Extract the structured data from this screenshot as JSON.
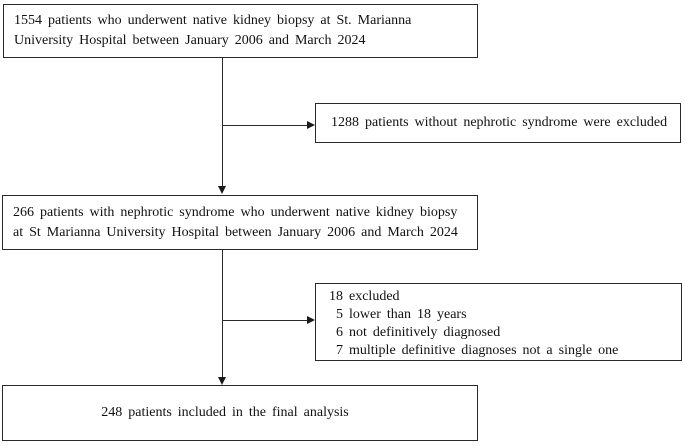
{
  "colors": {
    "background": "#ffffff",
    "box_border": "#2a2a2a",
    "text": "#111111",
    "connector": "#1a1a1a"
  },
  "boxes": {
    "total": {
      "line1": "1554 patients who underwent native kidney biopsy at St. Marianna",
      "line2": "University Hospital between January 2006 and March 2024"
    },
    "excluded_non_nephrotic": {
      "text": "1288 patients without nephrotic syndrome were excluded"
    },
    "nephrotic": {
      "line1": "266 patients with nephrotic syndrome who underwent native kidney biopsy",
      "line2": "at St Marianna University Hospital between January 2006 and March 2024"
    },
    "excluded_detail": {
      "title": "18 excluded",
      "items": [
        "5 lower than 18 years",
        "6 not definitively diagnosed",
        "7 multiple definitive diagnoses not a single one"
      ]
    },
    "final": {
      "text": "248 patients included in the final analysis"
    }
  }
}
